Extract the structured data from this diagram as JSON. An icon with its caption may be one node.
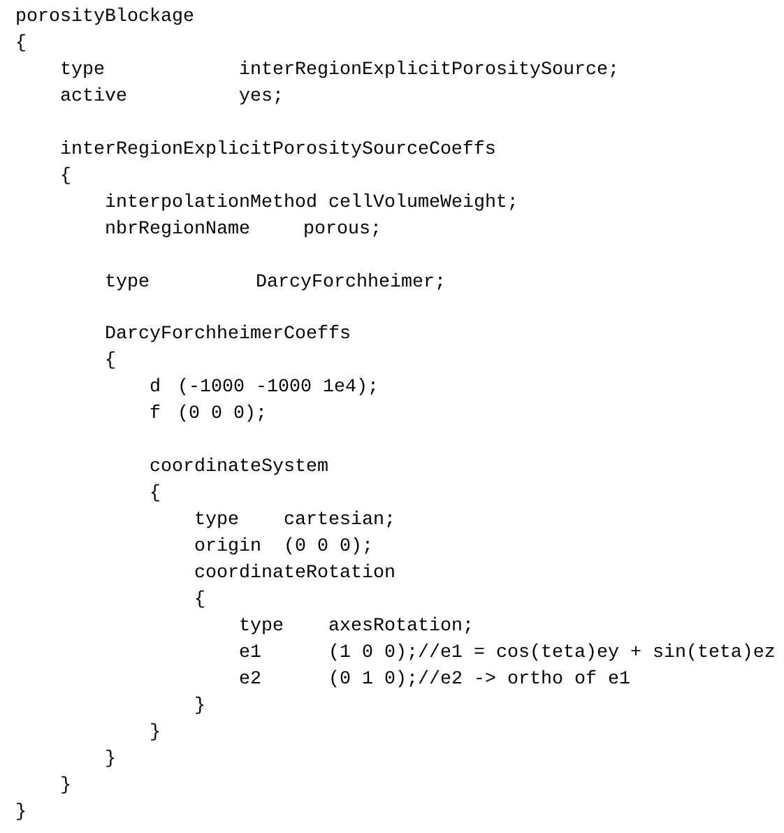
{
  "diagram": {
    "labels": [
      "porosityBlockage",
      "{",
      "type",
      "interRegionExplicitPorositySource;",
      "active",
      "yes;",
      "interRegionExplicitPorositySourceCoeffs",
      "{",
      "interpolationMethod cellVolumeWeight;",
      "nbrRegionName",
      "porous;",
      "type",
      "DarcyForchheimer;",
      "DarcyForchheimerCoeffs",
      "{",
      "d",
      "(-1000 -1000 1e4);",
      "f",
      "(0 0 0);",
      "coordinateSystem",
      "{",
      "type",
      "cartesian;",
      "origin",
      "(0 0 0);",
      "coordinateRotation",
      "{",
      "type",
      "axesRotation;",
      "e1",
      "(1 0 0);//e1 = cos(teta)ey + sin(teta)ez",
      "e2",
      "(0 1 0);//e2 -> ortho of e1",
      "}",
      "}",
      "}",
      "}",
      "}"
    ]
  }
}
